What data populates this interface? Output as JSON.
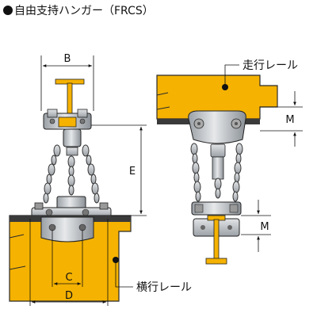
{
  "title": "自由支持ハンガー（FRCS）",
  "labels": {
    "dim_b": "B",
    "dim_c": "C",
    "dim_d": "D",
    "dim_e": "E",
    "dim_m_upper": "M",
    "dim_m_lower": "M",
    "running_rail": "走行レール",
    "cross_rail": "横行レール"
  },
  "colors": {
    "rail_yellow": "#F5B200",
    "rail_edge": "#2b2b2b",
    "steel": "#c8ccd0",
    "steel_dark": "#8c9196",
    "outline": "#222222"
  }
}
